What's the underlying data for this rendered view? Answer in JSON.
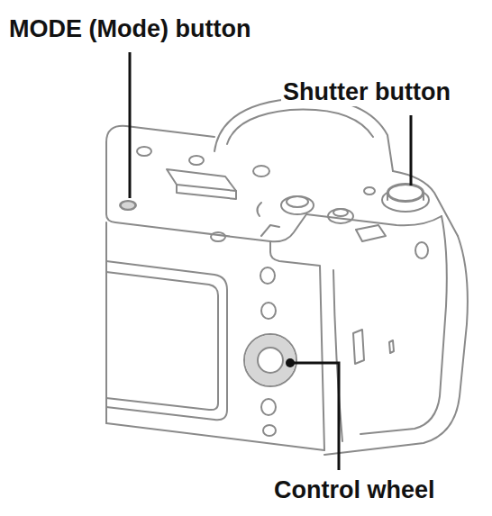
{
  "diagram": {
    "labels": [
      "MODE (Mode) button",
      "Shutter button",
      "Control wheel"
    ]
  }
}
